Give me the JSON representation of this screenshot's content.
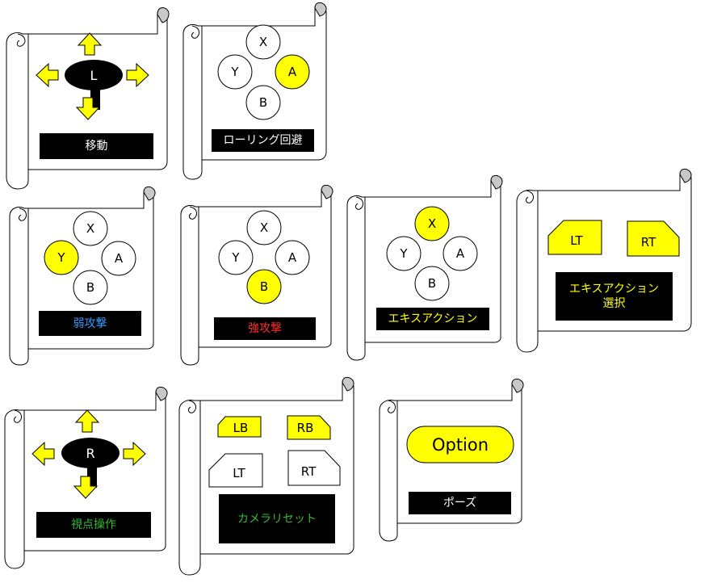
{
  "colors": {
    "highlight": "#ffff00",
    "outline": "#000000",
    "white_label": "#ffffff",
    "blue_label": "#3399ff",
    "red_label": "#ff2a2a",
    "yellow_label": "#ffff00",
    "green_label": "#33bb33"
  },
  "cards": [
    {
      "id": "move",
      "label": "移動",
      "stick": "L",
      "label_color": "white_label"
    },
    {
      "id": "roll",
      "label": "ローリング回避",
      "buttons": {
        "x": "X",
        "y": "Y",
        "a": "A",
        "b": "B"
      },
      "highlight": "a",
      "label_color": "white_label"
    },
    {
      "id": "weak",
      "label": "弱攻撃",
      "buttons": {
        "x": "X",
        "y": "Y",
        "a": "A",
        "b": "B"
      },
      "highlight": "y",
      "label_color": "blue_label"
    },
    {
      "id": "strong",
      "label": "強攻撃",
      "buttons": {
        "x": "X",
        "y": "Y",
        "a": "A",
        "b": "B"
      },
      "highlight": "b",
      "label_color": "red_label"
    },
    {
      "id": "ex",
      "label": "エキスアクション",
      "buttons": {
        "x": "X",
        "y": "Y",
        "a": "A",
        "b": "B"
      },
      "highlight": "x",
      "label_color": "yellow_label"
    },
    {
      "id": "ex-select",
      "label_line1": "エキスアクション",
      "label_line2": "選択",
      "triggers": {
        "lt": "LT",
        "rt": "RT"
      },
      "label_color": "yellow_label"
    },
    {
      "id": "view",
      "label": "視点操作",
      "stick": "R",
      "label_color": "green_label"
    },
    {
      "id": "cam-reset",
      "label": "カメラリセット",
      "bumpers": {
        "lb": "LB",
        "rb": "RB"
      },
      "triggers": {
        "lt": "LT",
        "rt": "RT"
      },
      "label_color": "green_label"
    },
    {
      "id": "pause",
      "label": "ポーズ",
      "option": "Option",
      "label_color": "white_label"
    }
  ]
}
